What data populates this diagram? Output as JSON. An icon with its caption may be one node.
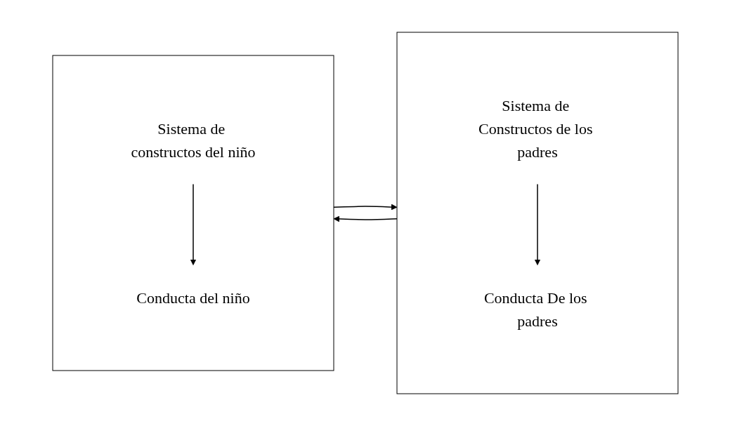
{
  "diagram": {
    "nodes": [
      {
        "text": [],
        "shape": "box"
      },
      {
        "text": [
          "Conducta De los padres"
        ],
        "in": 0
      },
      {
        "text": [
          "Sistema de Constructos de los padres"
        ],
        "in": 0
      },
      {
        "text": [],
        "shape": "box"
      },
      {
        "text": [
          "Sistema de constructos del niño"
        ],
        "in": 3
      },
      {
        "text": [
          "Conducta del niño"
        ],
        "in": 3
      }
    ],
    "edges": [
      {
        "from": 2,
        "to": 1,
        "arrow": "to"
      },
      {
        "from": 0,
        "to": 3,
        "arrow": "to"
      },
      {
        "from": 4,
        "to": 5,
        "arrow": "to"
      },
      {
        "from": 3,
        "to": 0,
        "arrow": "to"
      }
    ]
  }
}
